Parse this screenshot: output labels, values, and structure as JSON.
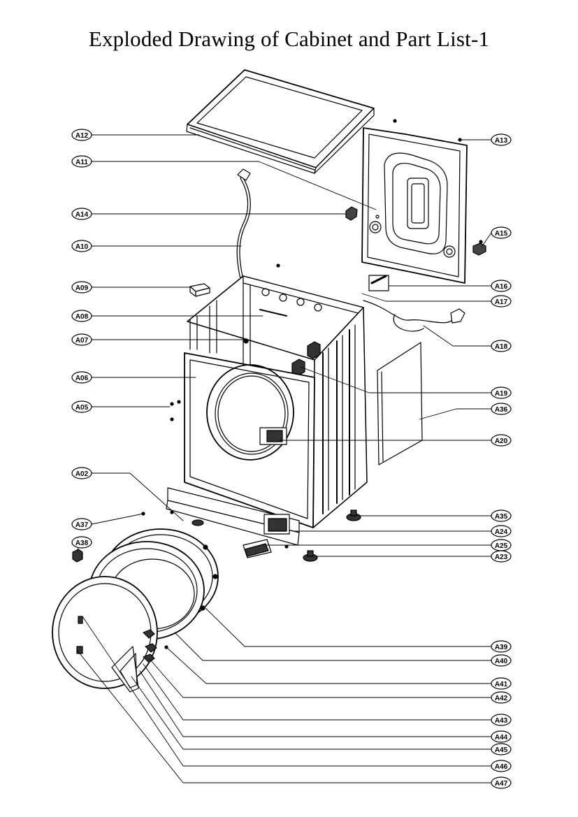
{
  "title": "Exploded Drawing of Cabinet and Part List-1",
  "colors": {
    "ink": "#000000",
    "paper": "#ffffff"
  },
  "callouts_left": [
    "A12",
    "A11",
    "A14",
    "A10",
    "A09",
    "A08",
    "A07",
    "A06",
    "A05",
    "A02",
    "A37",
    "A38"
  ],
  "callouts_right": [
    "A13",
    "A15",
    "A16",
    "A17",
    "A18",
    "A19",
    "A36",
    "A20",
    "A35",
    "A24",
    "A25",
    "A23",
    "A39",
    "A40",
    "A41",
    "A42",
    "A43",
    "A44",
    "A45",
    "A46",
    "A47"
  ]
}
